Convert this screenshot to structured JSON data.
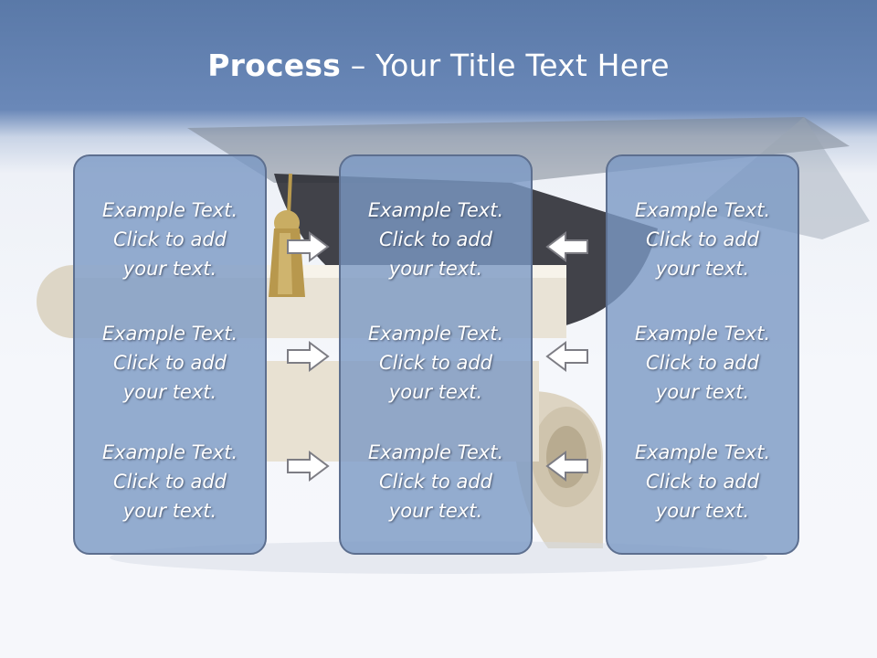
{
  "title": {
    "bold": "Process",
    "rest": " – Your Title Text Here"
  },
  "panels": [
    {
      "blocks": [
        [
          "Example Text.",
          "Click  to add",
          "your text."
        ],
        [
          "Example Text.",
          "Click  to add",
          "your text."
        ],
        [
          "Example Text.",
          "Click  to add",
          "your text."
        ]
      ]
    },
    {
      "blocks": [
        [
          "Example Text.",
          "Click  to add",
          "your text."
        ],
        [
          "Example Text.",
          "Click  to add",
          "your text."
        ],
        [
          "Example Text.",
          "Click  to add",
          "your text."
        ]
      ]
    },
    {
      "blocks": [
        [
          "Example Text.",
          "Click  to add",
          "your text."
        ],
        [
          "Example Text.",
          "Click  to add",
          "your text."
        ],
        [
          "Example Text.",
          "Click  to add",
          "your text."
        ]
      ]
    }
  ],
  "arrows": {
    "left_column": "right-arrow-icon",
    "right_column": "left-arrow-icon"
  },
  "colors": {
    "panel_fill": "#7a98c4",
    "panel_border": "#5d6f8f",
    "title_bar": "#6a88b8",
    "text": "#ffffff"
  }
}
